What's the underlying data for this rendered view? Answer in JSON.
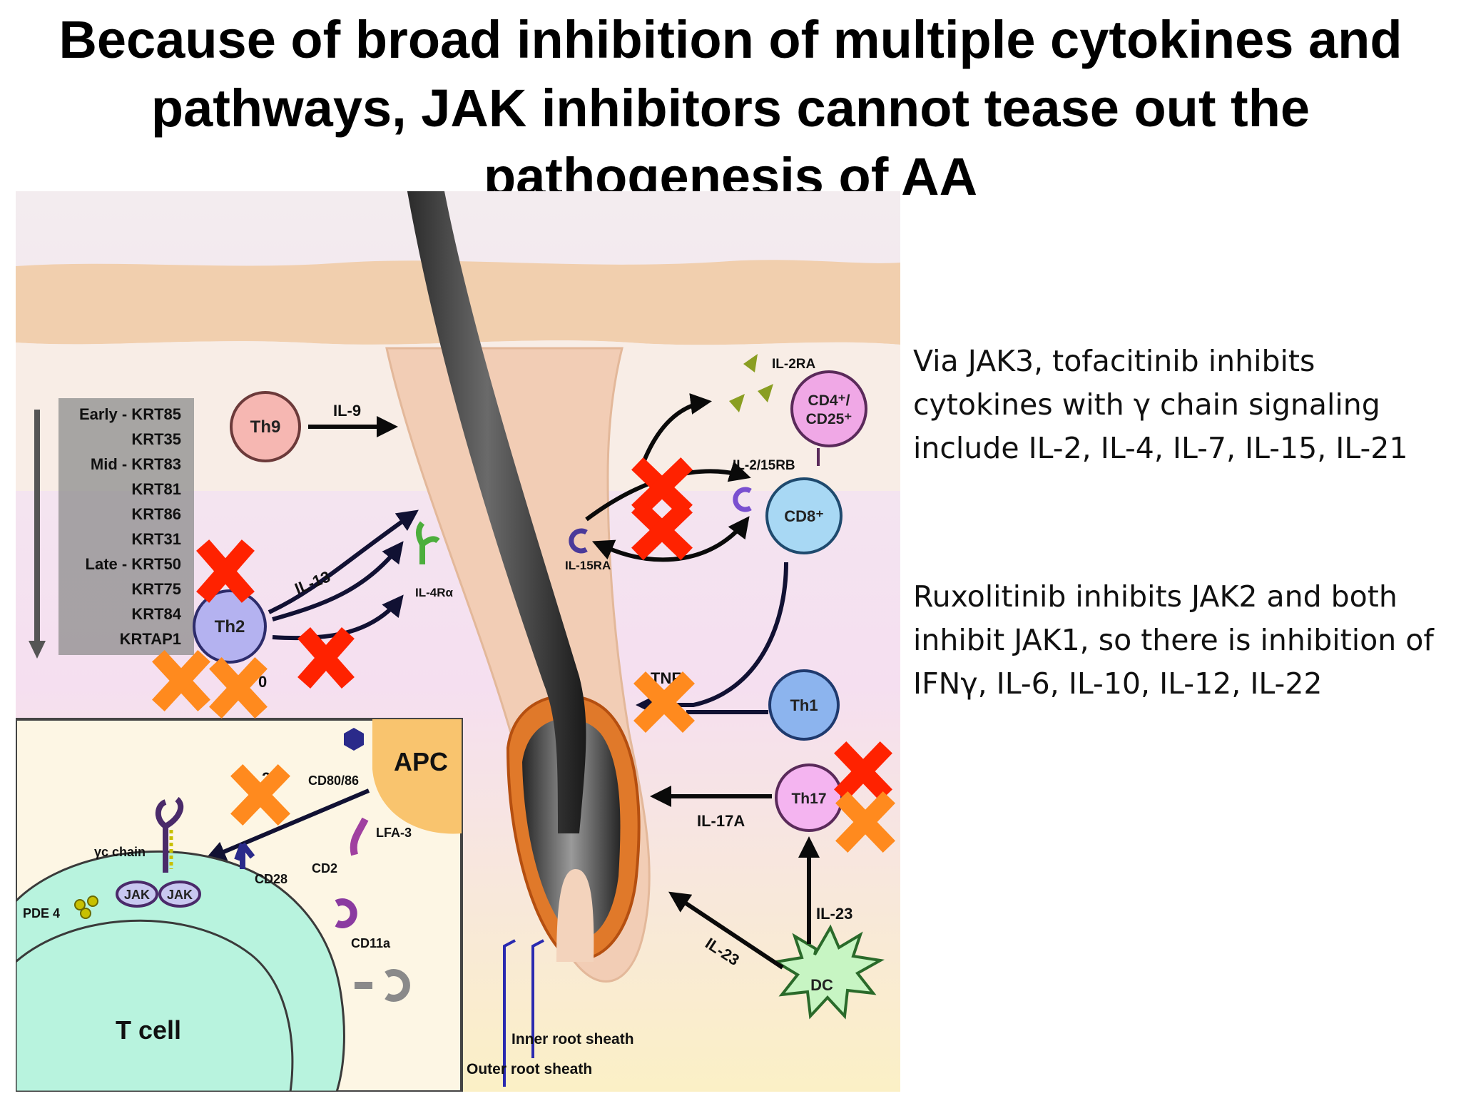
{
  "title": {
    "lines": [
      "Because of broad inhibition of multiple cytokines and",
      "pathways, JAK inhibitors cannot tease out the",
      "pathogenesis of AA"
    ]
  },
  "notes": {
    "tofacitinib": [
      "Via JAK3, tofacitinib inhibits",
      "cytokines with γ chain signaling",
      "include IL-2, IL-4, IL-7, IL-15, IL-21"
    ],
    "ruxolitinib": [
      "Ruxolitinib inhibits JAK2 and both",
      "inhibit JAK1, so there is inhibition of",
      "IFNγ, IL-6, IL-10, IL-12, IL-22"
    ]
  },
  "diagram": {
    "keratins": [
      "Early - KRT85",
      "KRT35",
      "Mid  -  KRT83",
      "KRT81",
      "KRT86",
      "KRT31",
      "Late - KRT50",
      "KRT75",
      "KRT84",
      "KRTAP1"
    ],
    "cells": {
      "th9": "Th9",
      "th2": "Th2",
      "cd4": "CD4⁺/",
      "cd25": "CD25⁺",
      "cd8": "CD8⁺",
      "th1": "Th1",
      "th17": "Th17",
      "dc": "DC",
      "apc": "APC",
      "tcell": "T cell"
    },
    "labels": {
      "il9": "IL-9",
      "il13": "IL-13",
      "il4ra": "IL-4Rα",
      "il2ra": "IL-2RA",
      "il215rb": "IL-2/15RB",
      "il15ra": "IL-15RA",
      "tnf": "TNF-",
      "il17a": "IL-17A",
      "il23a": "IL-23",
      "il23b": "IL-23",
      "cd8086": "CD80/86",
      "lfa3": "LFA-3",
      "cd28": "CD28",
      "cd2": "CD2",
      "cd11a": "CD11a",
      "yc": "γc chain",
      "jak1": "JAK",
      "jak2": "JAK",
      "pde4": "PDE 4",
      "il23apc": "23",
      "th2_il10_fragment": "0",
      "inner_sheath": "Inner root sheath",
      "outer_sheath": "Outer root sheath"
    }
  },
  "colors": {
    "red_x": "#ff2200",
    "orange_x": "#ff8a1e",
    "skin": "#f1cfae",
    "dermis": "#f7e4dc",
    "lower_dermis": "#fdf6d6",
    "t_cell": "#b8f3de",
    "apc": "#f9c46e"
  }
}
